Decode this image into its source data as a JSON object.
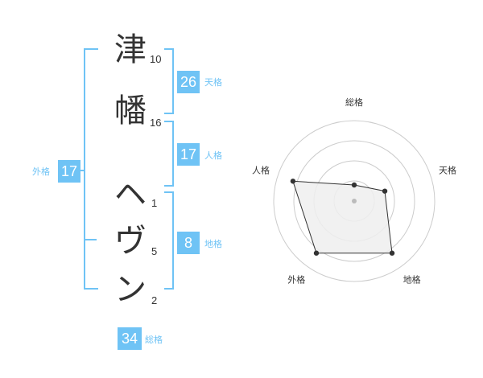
{
  "name": {
    "chars": [
      {
        "char": "津",
        "strokes": "10"
      },
      {
        "char": "幡",
        "strokes": "16"
      },
      {
        "char": "ヘ",
        "strokes": "1"
      },
      {
        "char": "ヴ",
        "strokes": "5"
      },
      {
        "char": "ン",
        "strokes": "2"
      }
    ]
  },
  "kaku": {
    "tenkaku": {
      "label": "天格",
      "value": "26"
    },
    "jinkaku": {
      "label": "人格",
      "value": "17"
    },
    "chikaku": {
      "label": "地格",
      "value": "8"
    },
    "gaikaku": {
      "label": "外格",
      "value": "17"
    },
    "soukaku": {
      "label": "総格",
      "value": "34"
    }
  },
  "chart_data": {
    "type": "radar",
    "axes": [
      "総格",
      "天格",
      "地格",
      "外格",
      "人格"
    ],
    "values": [
      1,
      2,
      4,
      4,
      4
    ],
    "max": 5,
    "rings": 4,
    "colors": {
      "fill": "#eeeeee",
      "line": "#333333",
      "grid": "#cccccc",
      "center": "#bbbbbb"
    }
  }
}
